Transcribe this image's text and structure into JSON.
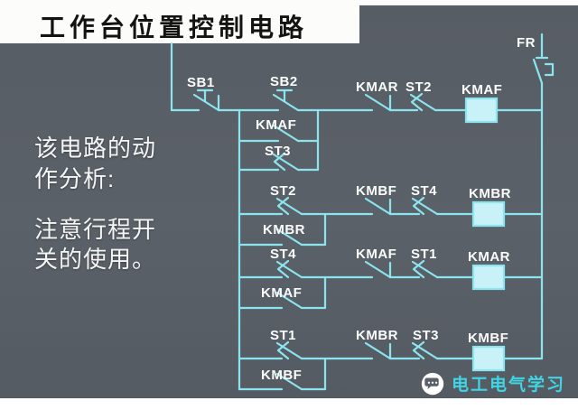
{
  "title": "工作台位置控制电路",
  "notes": {
    "para1": "该电路的动作分析:",
    "para2": "注意行程开关的使用。"
  },
  "watermark": {
    "label": "电工电气学习"
  },
  "icons": {
    "watermark_icon": "wechat-chat-bubble"
  },
  "colors": {
    "background": "#5b6168",
    "wire": "#8be5f0",
    "coil_fill": "#c9f2f8",
    "label_text": "#fbfdfd",
    "title_text": "#131313",
    "watermark_text": "#41d4e5"
  },
  "circuit": {
    "fr_label": "FR",
    "rung1": {
      "stop": "SB1",
      "start": "SB2",
      "interlock": "KMAR",
      "limit": "ST2",
      "coil": "KMAF",
      "hold": "KMAF",
      "hold2": "ST3"
    },
    "rung2": {
      "start": "ST2",
      "interlock": "KMBF",
      "limit": "ST4",
      "coil": "KMBR",
      "hold": "KMBR"
    },
    "rung3": {
      "start": "ST4",
      "interlock": "KMAF",
      "limit": "ST1",
      "coil": "KMAR",
      "hold": "KMAF"
    },
    "rung4": {
      "start": "ST1",
      "interlock": "KMBR",
      "limit": "ST3",
      "coil": "KMBF",
      "hold": "KMBF"
    }
  }
}
